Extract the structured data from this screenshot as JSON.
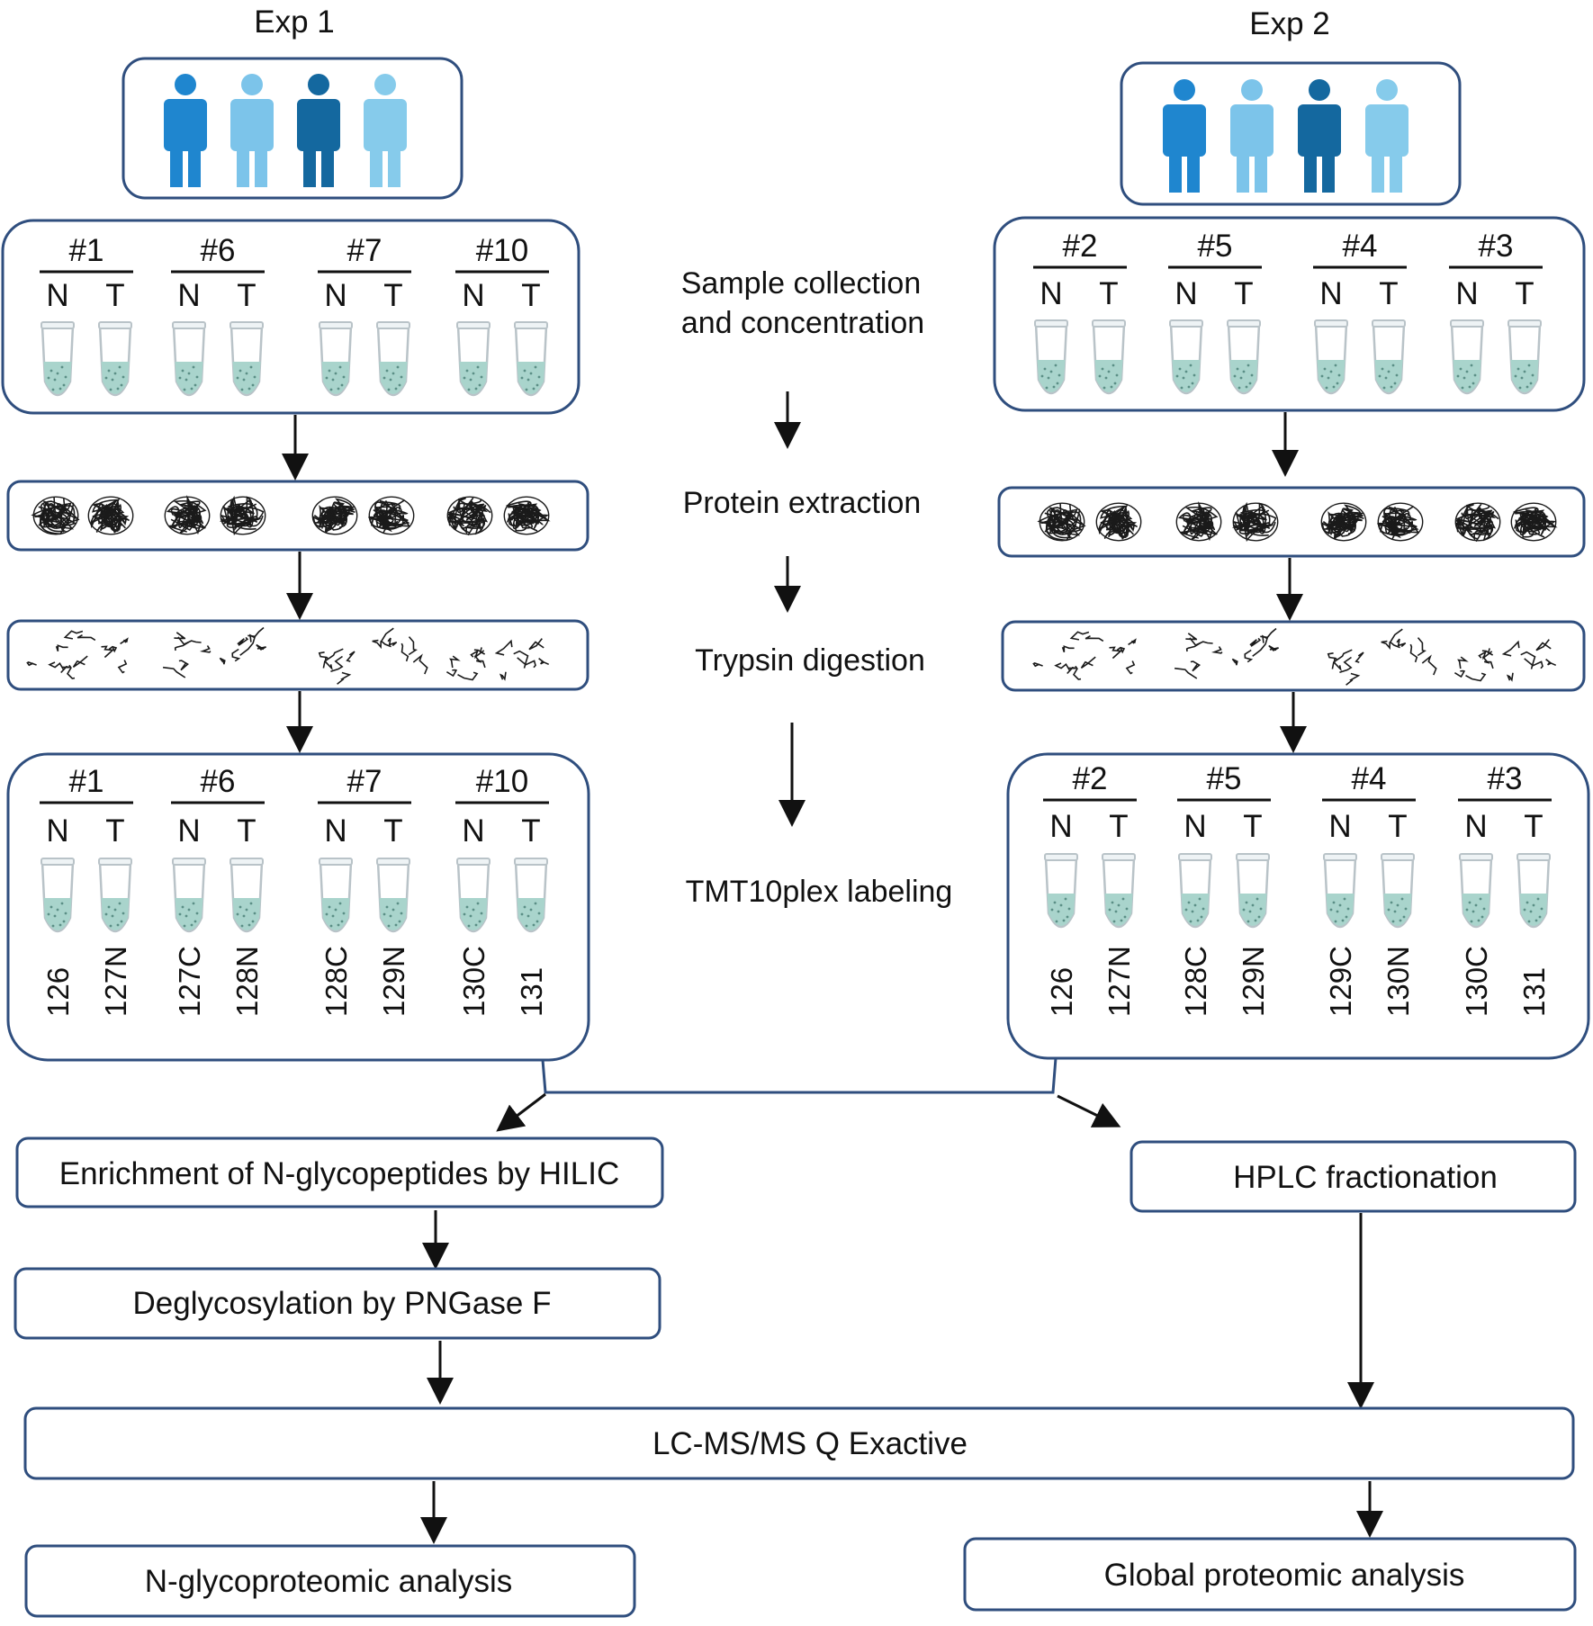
{
  "experiments": [
    {
      "title": "Exp 1",
      "samples": [
        "#1",
        "#6",
        "#7",
        "#10"
      ],
      "channels": [
        [
          "126",
          "127N"
        ],
        [
          "127C",
          "128N"
        ],
        [
          "128C",
          "129N"
        ],
        [
          "130C",
          "131"
        ]
      ]
    },
    {
      "title": "Exp 2",
      "samples": [
        "#2",
        "#5",
        "#4",
        "#3"
      ],
      "channels": [
        [
          "126",
          "127N"
        ],
        [
          "128C",
          "129N"
        ],
        [
          "129C",
          "130N"
        ],
        [
          "130C",
          "131"
        ]
      ]
    }
  ],
  "tube_labels": [
    "N",
    "T"
  ],
  "person_colors": [
    "#1f86cf",
    "#7cc4ea",
    "#14689f",
    "#86cbeb"
  ],
  "center_steps": {
    "sample_collection": [
      "Sample collection",
      "and concentration"
    ],
    "protein_extraction": "Protein extraction",
    "trypsin_digestion": "Trypsin digestion",
    "tmt_labeling": "TMT10plex labeling"
  },
  "workflow": {
    "enrichment": "Enrichment of N-glycopeptides by HILIC",
    "deglycosylation": "Deglycosylation by PNGase F",
    "hplc": "HPLC fractionation",
    "lcms": "LC-MS/MS Q Exactive",
    "nglyco_analysis": "N-glycoproteomic analysis",
    "global_analysis": "Global proteomic analysis"
  },
  "colors": {
    "box_border": "#2f4e7e",
    "liquid": "#a9d4cc"
  }
}
